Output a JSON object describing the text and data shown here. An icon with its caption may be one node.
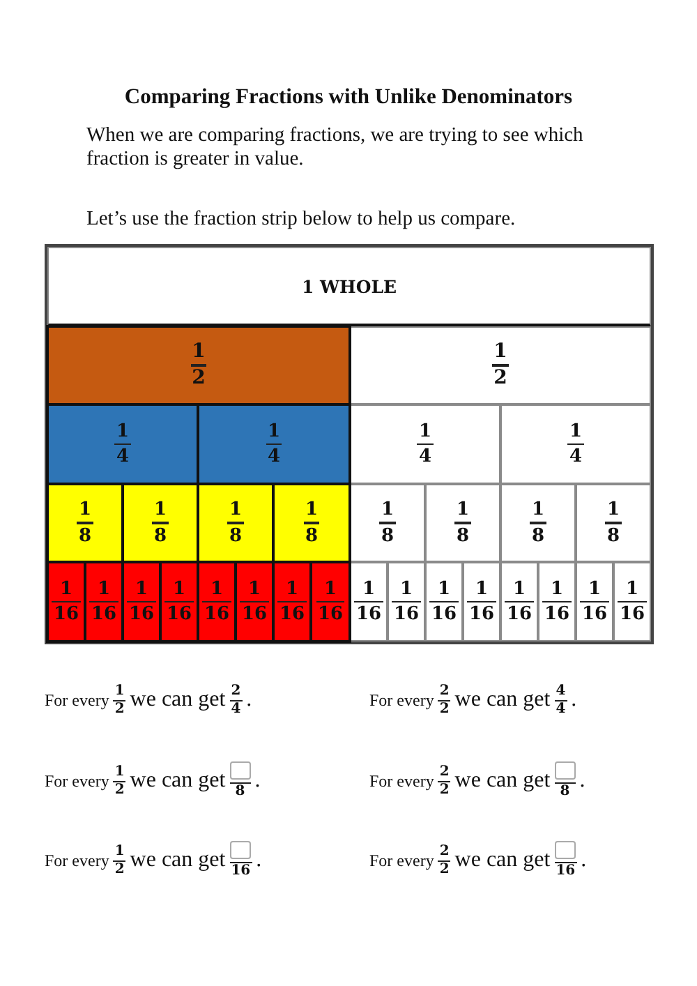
{
  "diagram": {
    "title": "Comparing Fractions with Unlike Denominators",
    "nodes": [
      {
        "text": [
          "1 WHOLE"
        ]
      },
      {
        "text": [
          "1",
          "2"
        ]
      },
      {
        "text": [
          "1",
          "2"
        ]
      },
      {
        "text": [
          "1",
          "4"
        ]
      },
      {
        "text": [
          "1",
          "4"
        ]
      },
      {
        "text": [
          "1",
          "4"
        ]
      },
      {
        "text": [
          "1",
          "4"
        ]
      },
      {
        "text": [
          "1",
          "8"
        ]
      },
      {
        "text": [
          "1",
          "8"
        ]
      },
      {
        "text": [
          "1",
          "8"
        ]
      },
      {
        "text": [
          "1",
          "8"
        ]
      },
      {
        "text": [
          "1",
          "8"
        ]
      },
      {
        "text": [
          "1",
          "8"
        ]
      },
      {
        "text": [
          "1",
          "8"
        ]
      },
      {
        "text": [
          "1",
          "8"
        ]
      },
      {
        "text": [
          "1",
          "16"
        ]
      },
      {
        "text": [
          "1",
          "16"
        ]
      },
      {
        "text": [
          "1",
          "16"
        ]
      },
      {
        "text": [
          "1",
          "16"
        ]
      },
      {
        "text": [
          "1",
          "16"
        ]
      },
      {
        "text": [
          "1",
          "16"
        ]
      },
      {
        "text": [
          "1",
          "16"
        ]
      },
      {
        "text": [
          "1",
          "16"
        ]
      },
      {
        "text": [
          "1",
          "16"
        ]
      },
      {
        "text": [
          "1",
          "16"
        ]
      },
      {
        "text": [
          "1",
          "16"
        ]
      },
      {
        "text": [
          "1",
          "16"
        ]
      },
      {
        "text": [
          "1",
          "16"
        ]
      },
      {
        "text": [
          "1",
          "16"
        ]
      },
      {
        "text": [
          "1",
          "16"
        ]
      },
      {
        "text": [
          "1",
          "16"
        ]
      }
    ],
    "labels": [
      "When we are comparing fractions, we are trying to see which fraction is greater in value.",
      "Let’s use the fraction strip below to help us compare.",
      "For every",
      "1",
      "2",
      "we can get",
      "2",
      "4",
      ".",
      "For every",
      "2",
      "2",
      "we can get",
      "4",
      "4",
      ".",
      "For every",
      "1",
      "2",
      "we can get",
      "8",
      ".",
      "For every",
      "2",
      "2",
      "we can get",
      "8",
      ".",
      "For every",
      "1",
      "2",
      "we can get",
      "16",
      ".",
      "For every",
      "2",
      "2",
      "we can get",
      "16",
      "."
    ]
  }
}
